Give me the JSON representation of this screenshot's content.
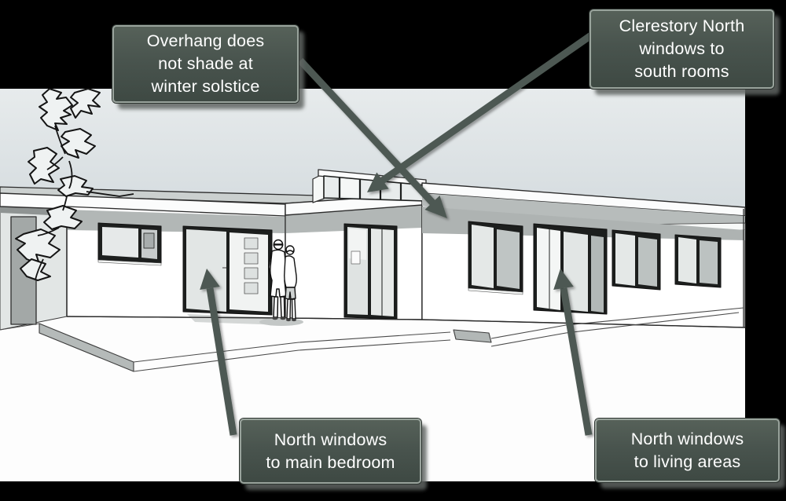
{
  "callouts": {
    "overhang": {
      "lines": [
        "Overhang does",
        "not shade at",
        "winter solstice"
      ]
    },
    "clerestory": {
      "lines": [
        "Clerestory North",
        "windows to",
        "south rooms"
      ]
    },
    "bedroom": {
      "lines": [
        "North windows",
        "to main bedroom"
      ]
    },
    "living": {
      "lines": [
        "North windows",
        "to living areas"
      ]
    }
  },
  "colors": {
    "callout_background": "#49544e",
    "callout_border": "#99a39c",
    "callout_text": "#ffffff",
    "arrow": "#4d5952",
    "sky_top": "#e7ebec",
    "sky_bottom": "#c7d0d5",
    "wall": "#ffffff",
    "shade_gray": "#b2b7b6",
    "page_background": "#000000"
  }
}
